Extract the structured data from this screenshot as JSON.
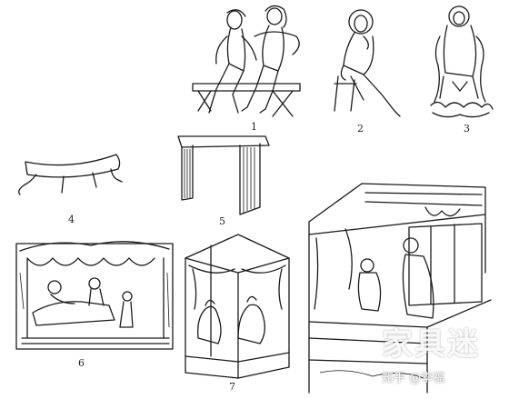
{
  "figure_numbers": [
    "1",
    "2",
    "3",
    "4",
    "5",
    "6",
    "7"
  ],
  "watermark": {
    "brand": "家具迷",
    "source": "知乎 @李福"
  },
  "icons": {
    "panel1": "two-seated-figures-illustration",
    "panel2": "figure-on-stool-illustration",
    "panel3": "seated-bodhisattva-illustration",
    "panel4": "low-bench-illustration",
    "panel5": "slatted-table-illustration",
    "panel6": "canopied-couch-scene-illustration",
    "panel7": "canopy-bed-figures-illustration",
    "panel8": "large-canopy-bed-illustration"
  }
}
